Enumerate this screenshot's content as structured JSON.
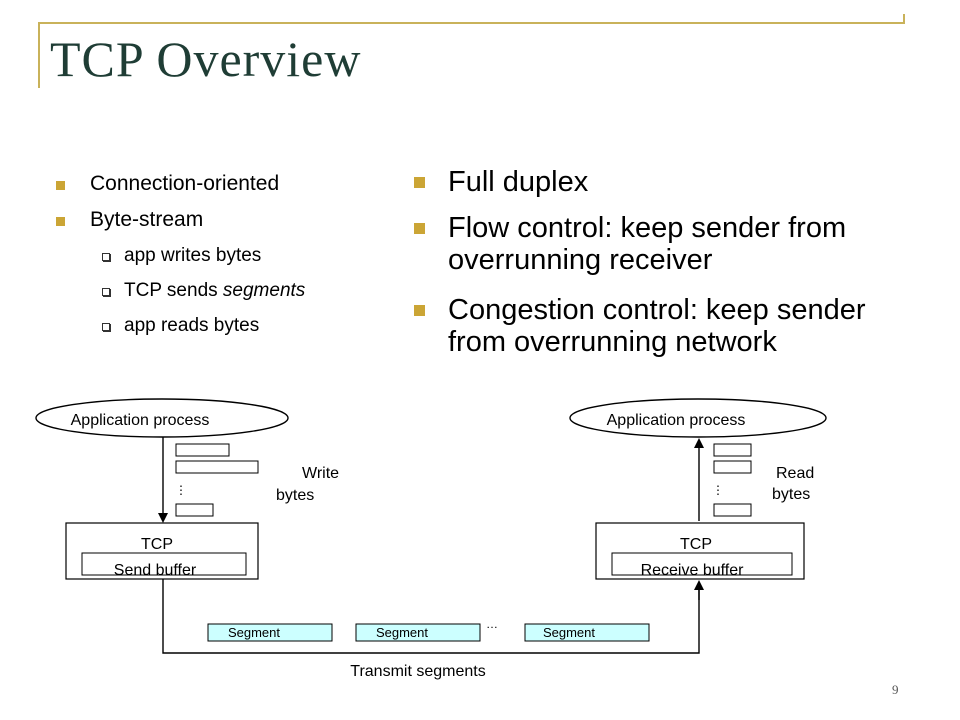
{
  "slide": {
    "title": "TCP Overview",
    "page_number": "9",
    "accent_color": "#cba535",
    "title_color": "#1f3d35",
    "frame_color": "#c9b25a"
  },
  "left_bullets": [
    {
      "text": "Connection-oriented"
    },
    {
      "text": "Byte-stream",
      "sub": [
        {
          "text": "app writes bytes"
        },
        {
          "pre": "TCP sends ",
          "em": "segments"
        },
        {
          "text": "app reads bytes"
        }
      ]
    }
  ],
  "right_bullets": [
    {
      "line1": "Full duplex"
    },
    {
      "line1": "Flow control: keep sender from",
      "line2": "overrunning receiver"
    },
    {
      "line1": "Congestion control: keep sender",
      "line2": "from overrunning network"
    }
  ],
  "diagram": {
    "sender": {
      "app_label": "Application process",
      "action_line1": "Write",
      "action_line2": "bytes",
      "tcp_label": "TCP",
      "buffer_label": "Send buffer",
      "ellipsis": "⋮"
    },
    "receiver": {
      "app_label": "Application process",
      "action_line1": "Read",
      "action_line2": "bytes",
      "tcp_label": "TCP",
      "buffer_label": "Receive buffer",
      "ellipsis": "⋮"
    },
    "segments": [
      "Segment",
      "Segment",
      "Segment"
    ],
    "segment_ellipsis": "…",
    "segment_fill": "#ccffff",
    "transmit_label": "Transmit segments"
  }
}
